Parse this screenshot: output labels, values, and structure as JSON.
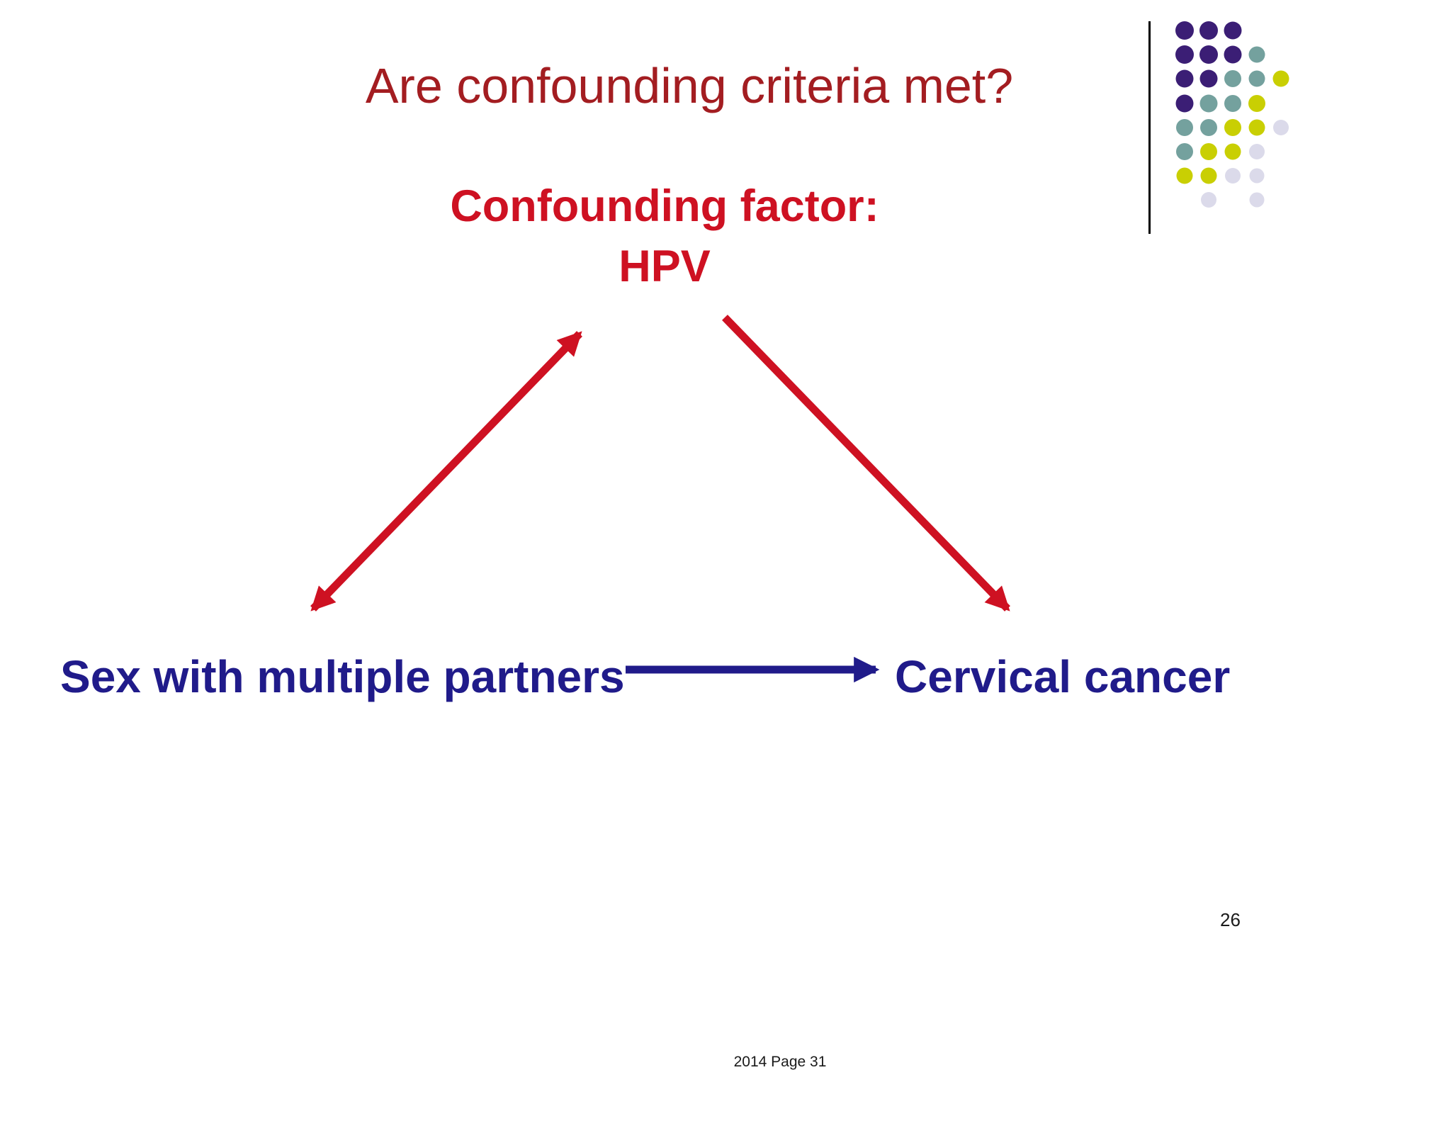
{
  "slide": {
    "title": "Are confounding criteria met?",
    "confounding_factor": {
      "line1": "Confounding factor:",
      "line2": "HPV"
    },
    "exposure": "Sex with multiple partners",
    "outcome": "Cervical cancer",
    "page_number": "26",
    "footer": "2014 Page 31"
  },
  "diagram": {
    "arrows": [
      {
        "name": "hpv-to-sex-arrow",
        "color": "accent_red",
        "double_headed": true
      },
      {
        "name": "hpv-to-cervical-cancer-arrow",
        "color": "accent_red",
        "double_headed": false
      },
      {
        "name": "sex-to-cervical-cancer-arrow",
        "color": "navy",
        "double_headed": false
      }
    ]
  },
  "colors": {
    "background": "#FFFFFF",
    "title_red": "#A31D21",
    "accent_red": "#CE1122",
    "navy": "#201B8A",
    "text_black": "#1A1A1A",
    "logo_line": "#000000",
    "logo_purple": "#3B1E75",
    "logo_teal": "#74A19E",
    "logo_yellow": "#C9CF03",
    "logo_lavender": "#DBDAEA"
  },
  "logo": {
    "dots": [
      {
        "r": 1,
        "c": 1,
        "color": "purple",
        "d": 26
      },
      {
        "r": 1,
        "c": 2,
        "color": "purple",
        "d": 26
      },
      {
        "r": 1,
        "c": 3,
        "color": "purple",
        "d": 25
      },
      {
        "r": 2,
        "c": 1,
        "color": "purple",
        "d": 26
      },
      {
        "r": 2,
        "c": 2,
        "color": "purple",
        "d": 26
      },
      {
        "r": 2,
        "c": 3,
        "color": "purple",
        "d": 25
      },
      {
        "r": 2,
        "c": 4,
        "color": "teal",
        "d": 23
      },
      {
        "r": 3,
        "c": 1,
        "color": "purple",
        "d": 25
      },
      {
        "r": 3,
        "c": 2,
        "color": "purple",
        "d": 25
      },
      {
        "r": 3,
        "c": 3,
        "color": "teal",
        "d": 24
      },
      {
        "r": 3,
        "c": 4,
        "color": "teal",
        "d": 23
      },
      {
        "r": 3,
        "c": 5,
        "color": "yellow",
        "d": 23
      },
      {
        "r": 4,
        "c": 1,
        "color": "purple",
        "d": 25
      },
      {
        "r": 4,
        "c": 2,
        "color": "teal",
        "d": 25
      },
      {
        "r": 4,
        "c": 3,
        "color": "teal",
        "d": 24
      },
      {
        "r": 4,
        "c": 4,
        "color": "yellow",
        "d": 24
      },
      {
        "r": 5,
        "c": 1,
        "color": "teal",
        "d": 24
      },
      {
        "r": 5,
        "c": 2,
        "color": "teal",
        "d": 24
      },
      {
        "r": 5,
        "c": 3,
        "color": "yellow",
        "d": 24
      },
      {
        "r": 5,
        "c": 4,
        "color": "yellow",
        "d": 23
      },
      {
        "r": 5,
        "c": 5,
        "color": "lavender",
        "d": 22
      },
      {
        "r": 6,
        "c": 1,
        "color": "teal",
        "d": 24
      },
      {
        "r": 6,
        "c": 2,
        "color": "yellow",
        "d": 24
      },
      {
        "r": 6,
        "c": 3,
        "color": "yellow",
        "d": 23
      },
      {
        "r": 6,
        "c": 4,
        "color": "lavender",
        "d": 22
      },
      {
        "r": 7,
        "c": 1,
        "color": "yellow",
        "d": 23
      },
      {
        "r": 7,
        "c": 2,
        "color": "yellow",
        "d": 23
      },
      {
        "r": 7,
        "c": 3,
        "color": "lavender",
        "d": 22
      },
      {
        "r": 7,
        "c": 4,
        "color": "lavender",
        "d": 21
      },
      {
        "r": 8,
        "c": 2,
        "color": "lavender",
        "d": 22
      },
      {
        "r": 8,
        "c": 4,
        "color": "lavender",
        "d": 21
      }
    ]
  }
}
